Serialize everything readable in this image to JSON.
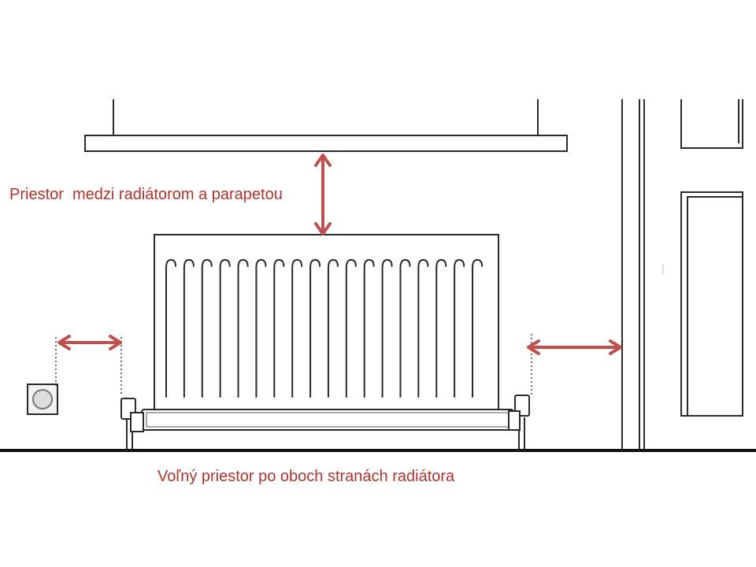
{
  "labels": {
    "sill_gap": "Priestor  medzi radiátorom a parapetou",
    "side_clearance": "Voľný priestor po oboch stranách radiátora"
  },
  "colors": {
    "arrow": "#c0504d",
    "label": "#b0332e",
    "line": "#2a2a2a",
    "floor": "#111111",
    "socket_fill": "#f2f2f2",
    "socket_ring": "#777777"
  },
  "radiator": {
    "fin_count": 18
  }
}
